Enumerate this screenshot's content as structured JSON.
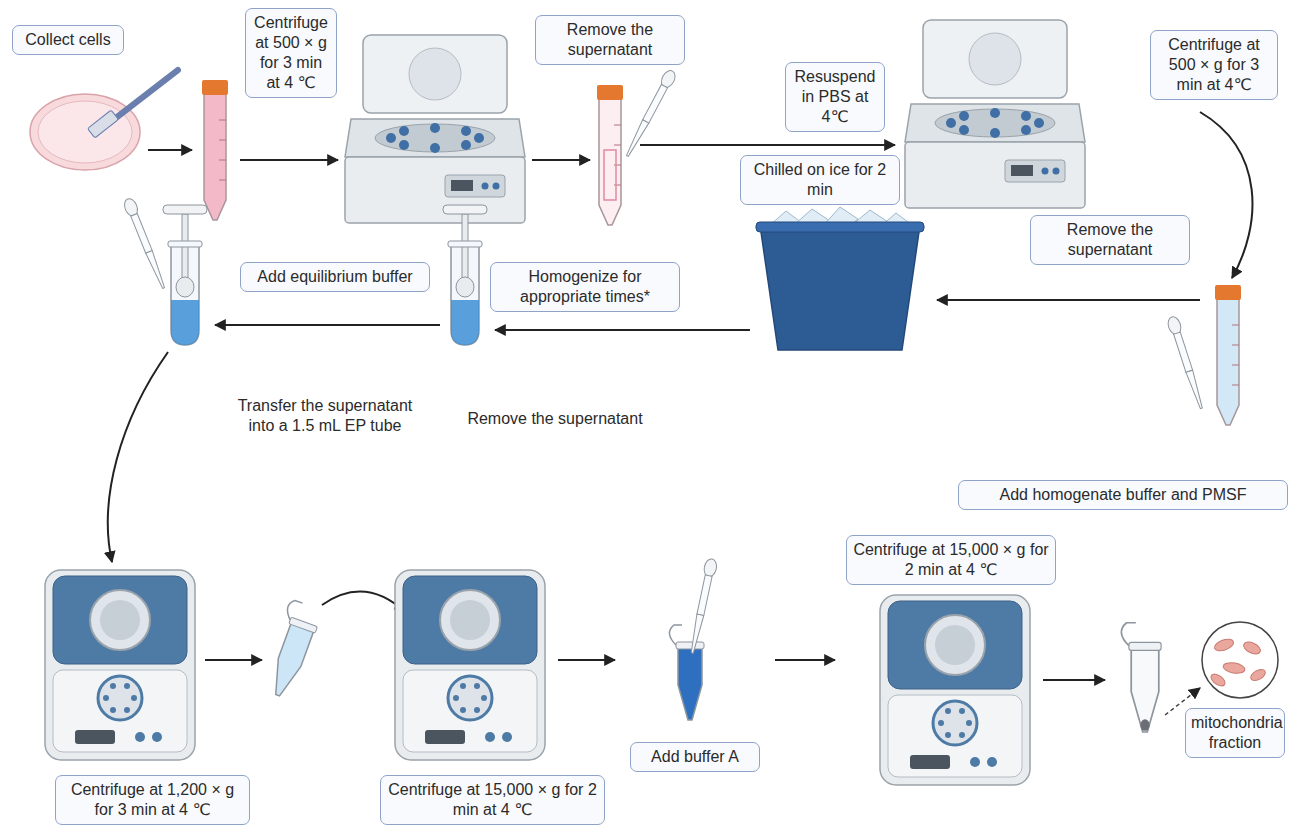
{
  "diagram": {
    "nodes": [
      {
        "text": [
          "Collect cells"
        ]
      },
      {
        "text": [
          "Centrifuge at 500 × g for 3 min at 4 ℃"
        ]
      },
      {
        "text": [
          "Remove the supernatant"
        ]
      },
      {
        "text": [
          "Resuspend in PBS at 4℃"
        ]
      },
      {
        "text": [
          "Centrifuge at 500 × g for 3 min at 4℃"
        ]
      },
      {
        "text": [
          "Chilled on ice for 2 min"
        ]
      },
      {
        "text": [
          "Remove the supernatant"
        ]
      },
      {
        "text": [
          "Add equilibrium buffer"
        ]
      },
      {
        "text": [
          "Homogenize for appropriate times*"
        ]
      },
      {
        "text": [
          "Add homogenate buffer and PMSF"
        ]
      },
      {
        "text": [
          "Centrifuge at 1,200 × g for 3 min at 4 ℃"
        ]
      },
      {
        "text": [
          "Centrifuge at 15,000 × g for 2 min at 4 ℃"
        ]
      },
      {
        "text": [
          "Add buffer A"
        ]
      },
      {
        "text": [
          "Centrifuge at 15,000 × g for 2 min at 4 ℃"
        ]
      },
      {
        "text": [
          "mitochondria fraction"
        ]
      }
    ],
    "labels": [
      "Transfer the supernatant into a 1.5 mL EP tube",
      "Remove the supernatant"
    ]
  }
}
